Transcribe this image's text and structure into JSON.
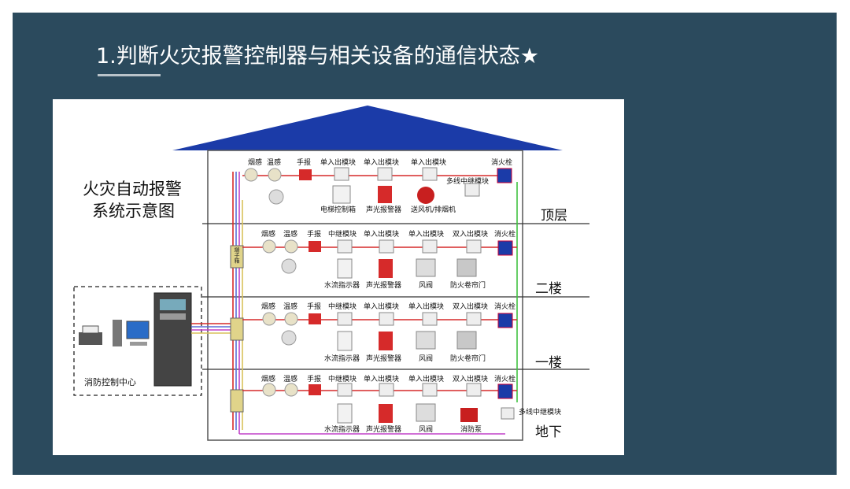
{
  "slide": {
    "title": "1.判断火灾报警控制器与相关设备的通信状态★",
    "accent": "#2b4a5d"
  },
  "diagram": {
    "caption_line1": "火灾自动报警",
    "caption_line2": "系统示意图",
    "control_center": "消防控制中心",
    "terminal_box": "端子箱",
    "floors": {
      "top": "顶层",
      "second": "二楼",
      "first": "一楼",
      "basement": "地下"
    },
    "top_row": {
      "smoke": "烟感",
      "heat": "温感",
      "manual": "手报",
      "module1": "单入出模块",
      "module2": "单入出模块",
      "module3": "单入出模块",
      "hydrant": "消火栓",
      "relay": "多线中继模块",
      "elevator": "电梯控制箱",
      "alarm": "声光报警器",
      "fan": "送风机/排烟机"
    },
    "mid_row": {
      "smoke": "烟感",
      "heat": "温感",
      "manual": "手报",
      "relay_module": "中继模块",
      "module1": "单入出模块",
      "module2": "单入出模块",
      "dual_module": "双入出模块",
      "hydrant": "消火栓",
      "water_flow": "水流指示器",
      "alarm": "声光报警器",
      "damper": "风阀",
      "shutter": "防火卷帘门"
    },
    "basement_row": {
      "pump": "消防泵",
      "relay": "多线中继模块"
    },
    "colors": {
      "roof": "#1b3ba8",
      "signal_red": "#d62a2a",
      "power_magenta": "#c040c8",
      "bus_yellow": "#d8c25a",
      "hydrant_green": "#3fc23f",
      "bus_blue": "#5a6fd6"
    }
  }
}
